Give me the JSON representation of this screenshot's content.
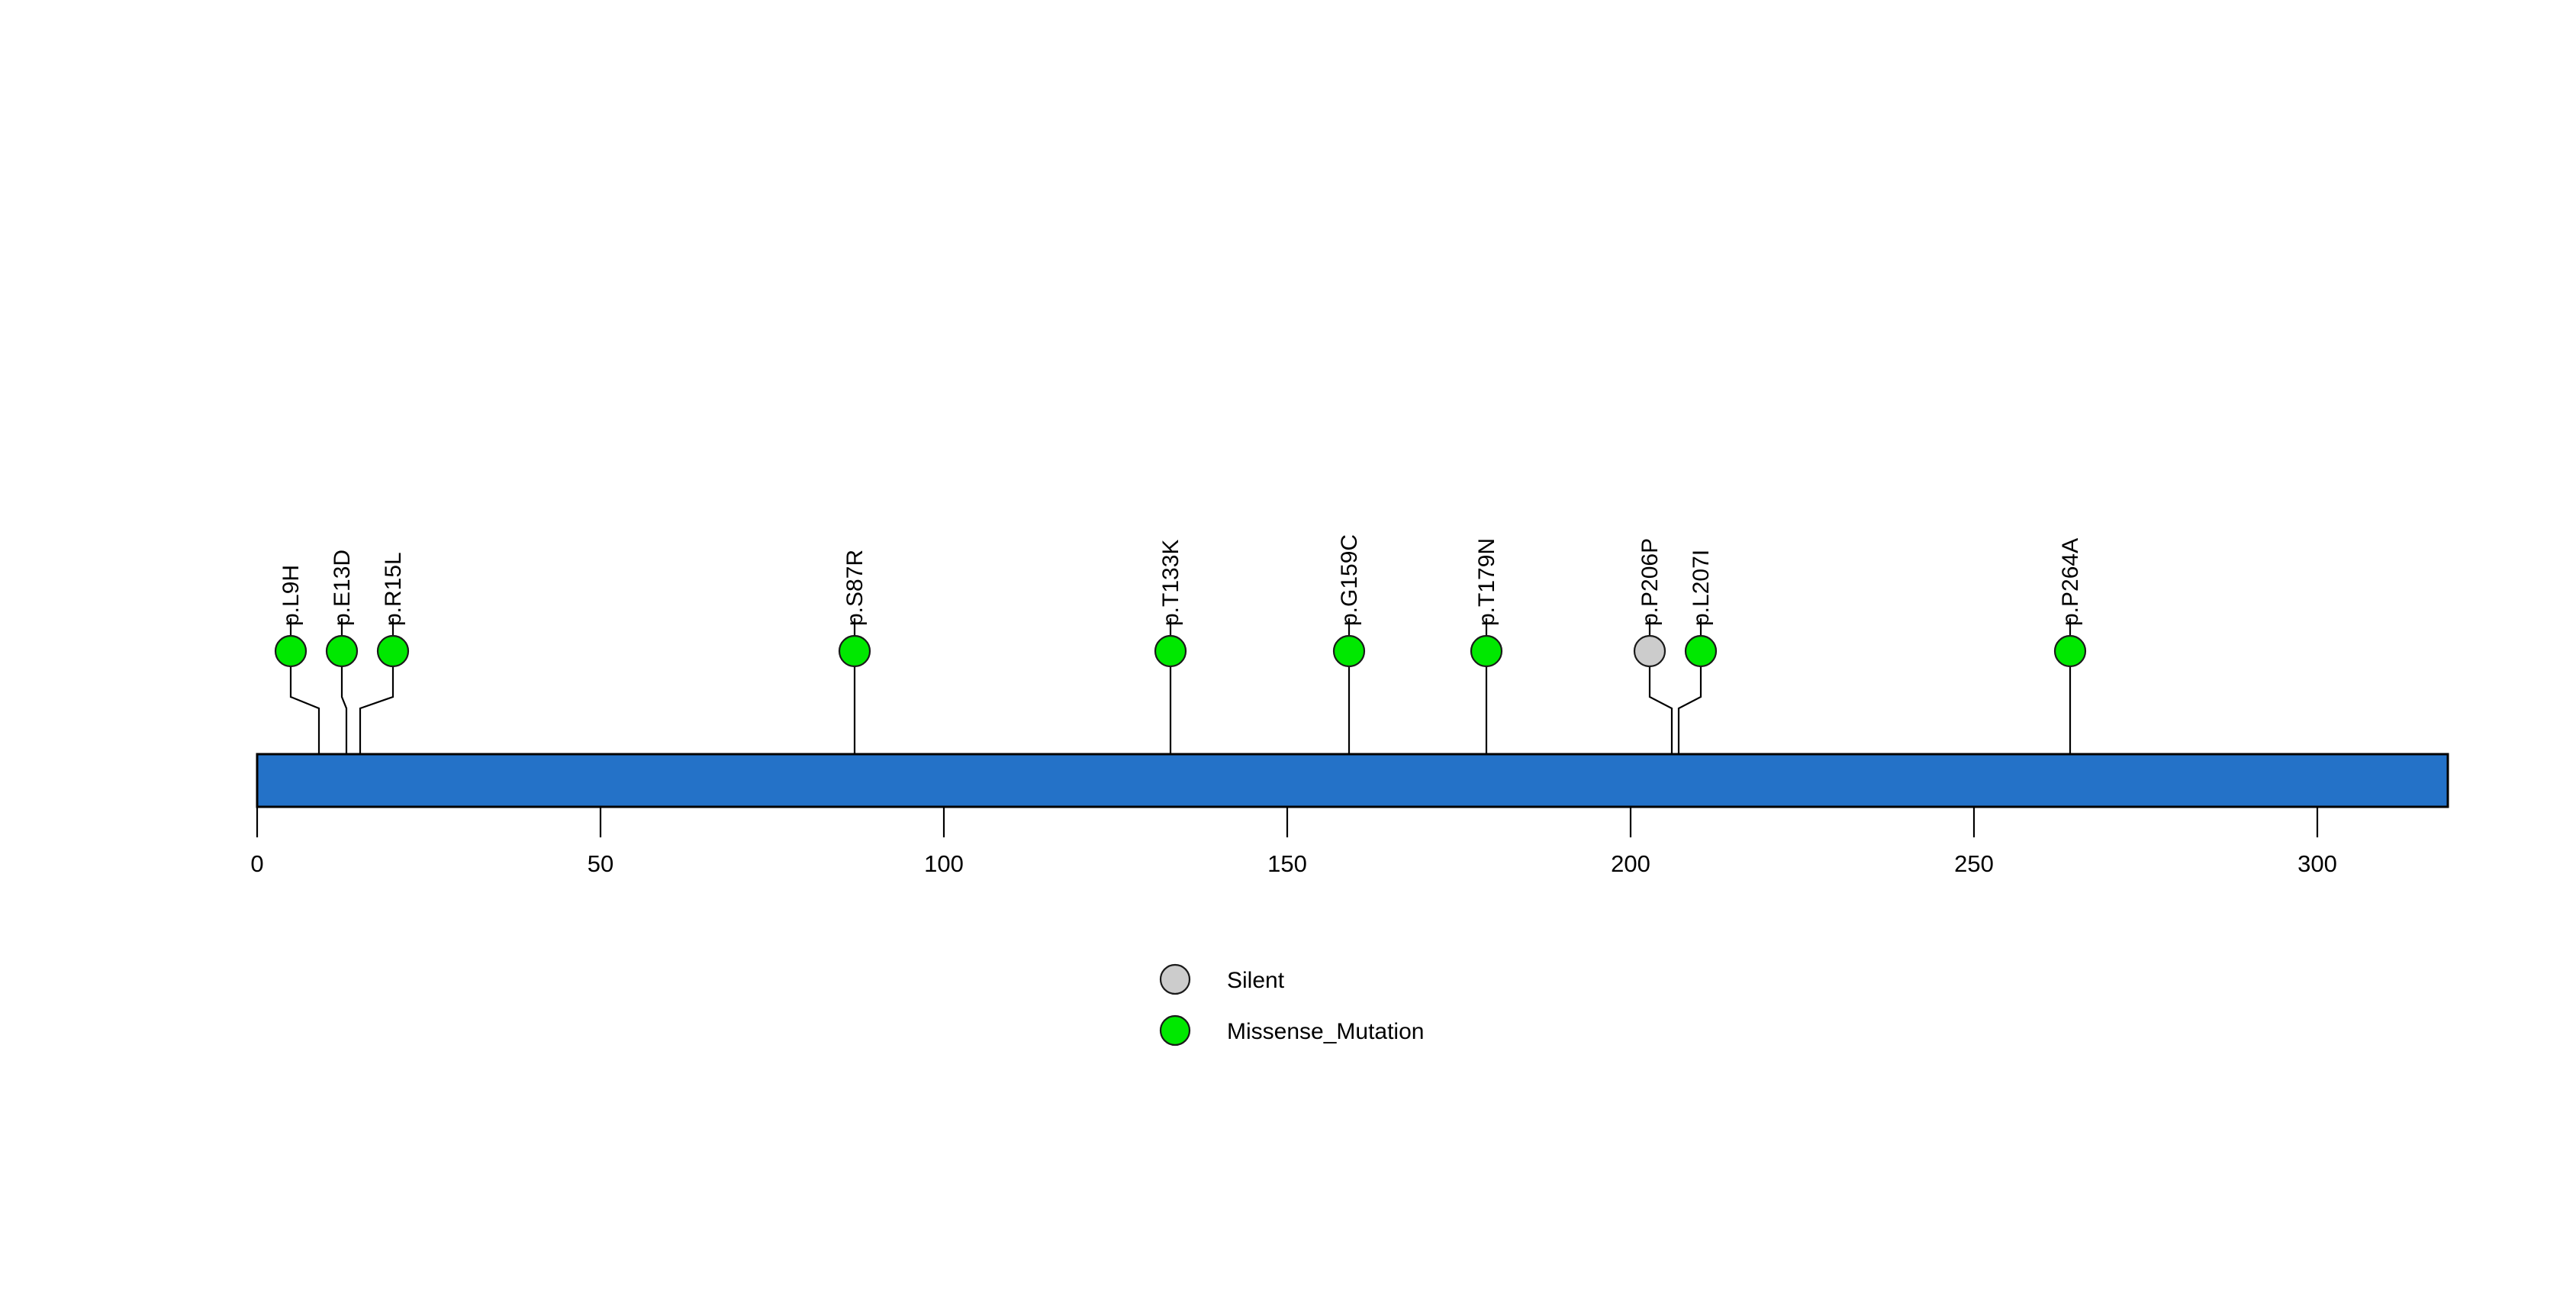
{
  "chart_data": {
    "type": "lollipop",
    "title": "",
    "xlabel": "",
    "ylabel": "",
    "xlim": [
      0,
      319
    ],
    "grid": false,
    "protein_length": 319,
    "axis_ticks": [
      {
        "value": 0,
        "label": "0"
      },
      {
        "value": 50,
        "label": "50"
      },
      {
        "value": 100,
        "label": "100"
      },
      {
        "value": 150,
        "label": "150"
      },
      {
        "value": 200,
        "label": "200"
      },
      {
        "value": 250,
        "label": "250"
      },
      {
        "value": 300,
        "label": "300"
      }
    ],
    "mutations": [
      {
        "label": "p.L9H",
        "position": 9,
        "type": "Missense_Mutation",
        "color": "#00E800",
        "count": 1
      },
      {
        "label": "p.E13D",
        "position": 13,
        "type": "Missense_Mutation",
        "color": "#00E800",
        "count": 1
      },
      {
        "label": "p.R15L",
        "position": 15,
        "type": "Missense_Mutation",
        "color": "#00E800",
        "count": 1
      },
      {
        "label": "p.S87R",
        "position": 87,
        "type": "Missense_Mutation",
        "color": "#00E800",
        "count": 1
      },
      {
        "label": "p.T133K",
        "position": 133,
        "type": "Missense_Mutation",
        "color": "#00E800",
        "count": 1
      },
      {
        "label": "p.G159C",
        "position": 159,
        "type": "Missense_Mutation",
        "color": "#00E800",
        "count": 1
      },
      {
        "label": "p.T179N",
        "position": 179,
        "type": "Missense_Mutation",
        "color": "#00E800",
        "count": 1
      },
      {
        "label": "p.P206P",
        "position": 206,
        "type": "Silent",
        "color": "#CCCCCC",
        "count": 1
      },
      {
        "label": "p.L207I",
        "position": 207,
        "type": "Missense_Mutation",
        "color": "#00E800",
        "count": 1
      },
      {
        "label": "p.P264A",
        "position": 264,
        "type": "Missense_Mutation",
        "color": "#00E800",
        "count": 1
      }
    ],
    "legend": {
      "position": "bottom-center",
      "entries": [
        {
          "label": "Silent",
          "color": "#CCCCCC"
        },
        {
          "label": "Missense_Mutation",
          "color": "#00E800"
        }
      ]
    },
    "domain_track": {
      "color": "#2472C8",
      "start": 0,
      "end": 319
    }
  }
}
